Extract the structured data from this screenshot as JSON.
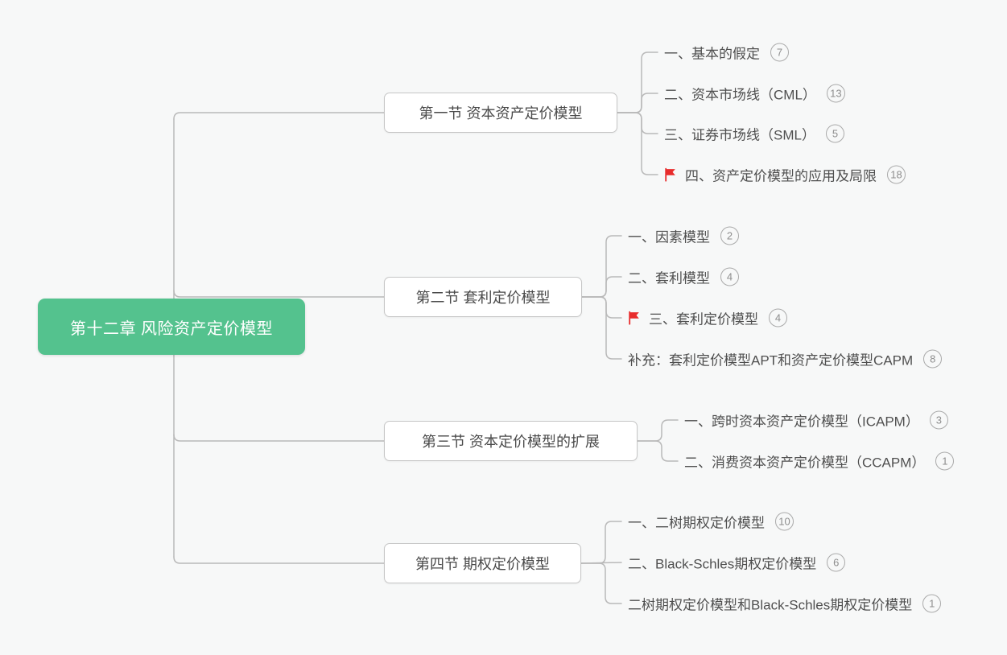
{
  "root": {
    "label": "第十二章 风险资产定价模型"
  },
  "sections": [
    {
      "label": "第一节 资本资产定价模型",
      "children": [
        {
          "label": "一、基本的假定",
          "count": "7",
          "flag": false
        },
        {
          "label": "二、资本市场线（CML）",
          "count": "13",
          "flag": false
        },
        {
          "label": "三、证券市场线（SML）",
          "count": "5",
          "flag": false
        },
        {
          "label": "四、资产定价模型的应用及局限",
          "count": "18",
          "flag": true
        }
      ]
    },
    {
      "label": "第二节 套利定价模型",
      "children": [
        {
          "label": "一、因素模型",
          "count": "2",
          "flag": false
        },
        {
          "label": "二、套利模型",
          "count": "4",
          "flag": false
        },
        {
          "label": "三、套利定价模型",
          "count": "4",
          "flag": true
        },
        {
          "label": "补充：套利定价模型APT和资产定价模型CAPM",
          "count": "8",
          "flag": false
        }
      ]
    },
    {
      "label": "第三节 资本定价模型的扩展",
      "children": [
        {
          "label": "一、跨时资本资产定价模型（ICAPM）",
          "count": "3",
          "flag": false
        },
        {
          "label": "二、消费资本资产定价模型（CCAPM）",
          "count": "1",
          "flag": false
        }
      ]
    },
    {
      "label": "第四节 期权定价模型",
      "children": [
        {
          "label": "一、二树期权定价模型",
          "count": "10",
          "flag": false
        },
        {
          "label": "二、Black-Schles期权定价模型",
          "count": "6",
          "flag": false
        },
        {
          "label": "二树期权定价模型和Black-Schles期权定价模型",
          "count": "1",
          "flag": false
        }
      ]
    }
  ],
  "colors": {
    "background": "#f7f8f8",
    "root_bg": "#54c28e",
    "root_text": "#ffffff",
    "node_border": "#c6c6c6",
    "node_text": "#4a4a4a",
    "connector": "#b9b9b9",
    "badge": "#8d8d8d",
    "flag": "#e82c2c"
  }
}
